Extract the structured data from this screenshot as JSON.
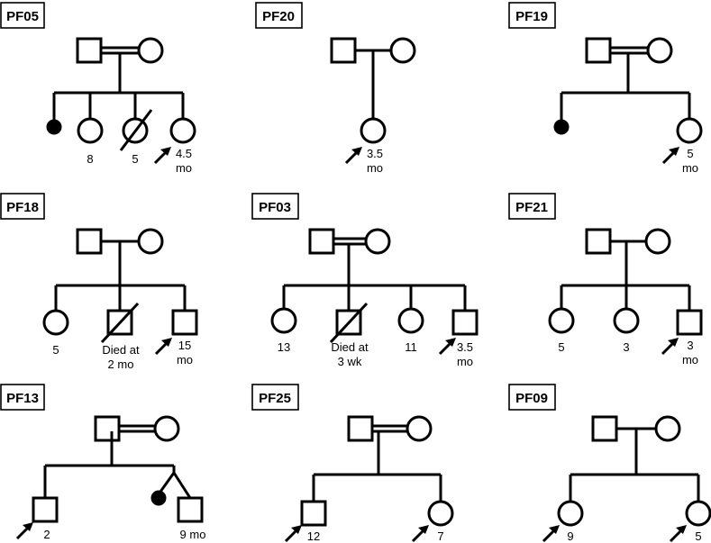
{
  "families": [
    {
      "id": "PF05",
      "ages": [
        {
          "t": "8"
        },
        {
          "t": "5"
        },
        {
          "t": "4.5"
        },
        {
          "t": "mo"
        }
      ]
    },
    {
      "id": "PF20",
      "ages": [
        {
          "t": "3.5"
        },
        {
          "t": "mo"
        }
      ]
    },
    {
      "id": "PF19",
      "ages": [
        {
          "t": "5"
        },
        {
          "t": "mo"
        }
      ]
    },
    {
      "id": "PF18",
      "ages": [
        {
          "t": "5"
        },
        {
          "t": "Died at"
        },
        {
          "t": "2 mo"
        },
        {
          "t": "15"
        },
        {
          "t": "mo"
        }
      ]
    },
    {
      "id": "PF03",
      "ages": [
        {
          "t": "13"
        },
        {
          "t": "Died at"
        },
        {
          "t": "3 wk"
        },
        {
          "t": "11"
        },
        {
          "t": "3.5"
        },
        {
          "t": "mo"
        }
      ]
    },
    {
      "id": "PF21",
      "ages": [
        {
          "t": "5"
        },
        {
          "t": "3"
        },
        {
          "t": "3"
        },
        {
          "t": "mo"
        }
      ]
    },
    {
      "id": "PF13",
      "ages": [
        {
          "t": "2"
        },
        {
          "t": "9 mo"
        }
      ]
    },
    {
      "id": "PF25",
      "ages": [
        {
          "t": "12"
        },
        {
          "t": "7"
        }
      ]
    },
    {
      "id": "PF09",
      "ages": [
        {
          "t": "9"
        },
        {
          "t": "5"
        }
      ]
    }
  ]
}
